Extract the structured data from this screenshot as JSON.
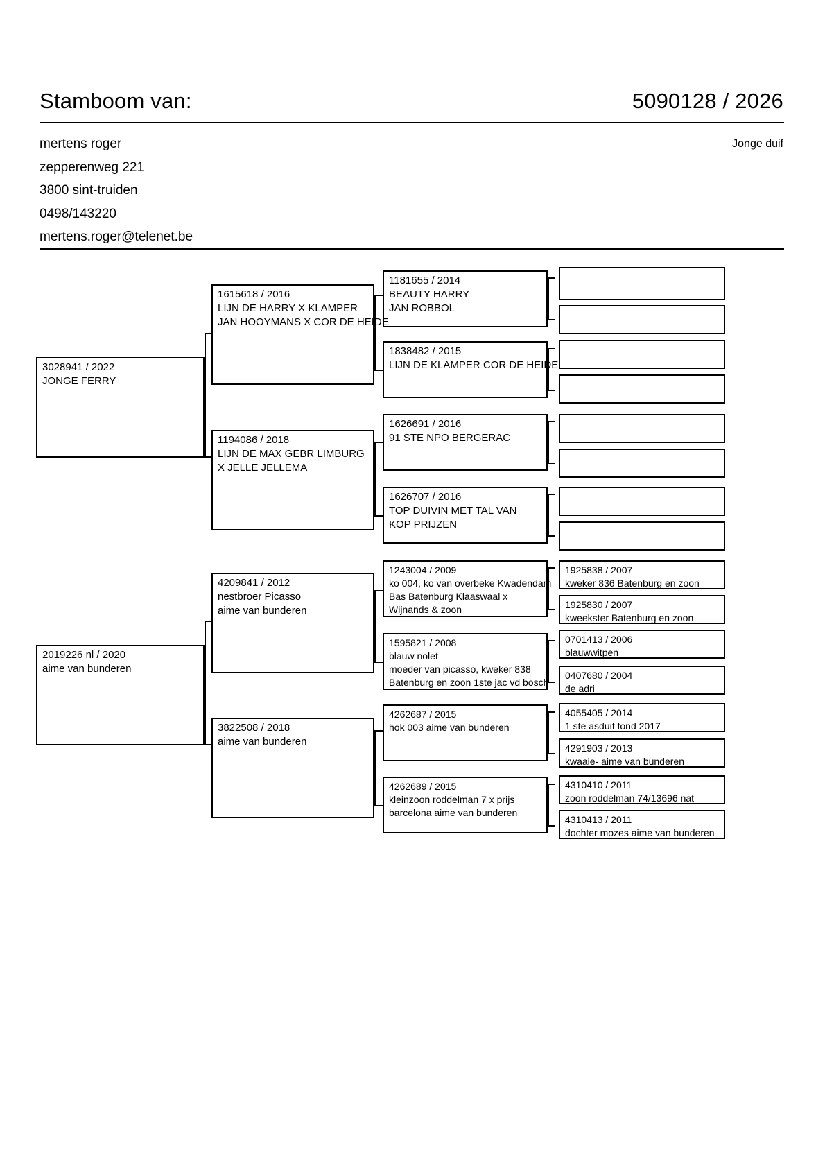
{
  "header": {
    "title": "Stamboom van:",
    "ring": "5090128 / 2026",
    "age_label": "Jonge duif",
    "owner": {
      "name": "mertens roger",
      "street": "zepperenweg  221",
      "city": "3800  sint-truiden",
      "phone": "0498/143220",
      "email": "mertens.roger@telenet.be"
    }
  },
  "pedigree": {
    "gen1": [
      {
        "ring": "3028941 / 2022",
        "lines": [
          "JONGE FERRY"
        ]
      },
      {
        "ring": "2019226 nl / 2020",
        "lines": [
          "aime van bunderen"
        ]
      }
    ],
    "gen2": [
      {
        "ring": "1615618 / 2016",
        "lines": [
          "LIJN DE HARRY  X KLAMPER",
          "JAN HOOYMANS X COR DE HEIDE"
        ]
      },
      {
        "ring": "1194086 / 2018",
        "lines": [
          "LIJN DE MAX GEBR LIMBURG",
          "X JELLE JELLEMA"
        ]
      },
      {
        "ring": "4209841 / 2012",
        "lines": [
          "nestbroer Picasso",
          "aime van bunderen"
        ]
      },
      {
        "ring": "3822508 / 2018",
        "lines": [
          "aime van bunderen"
        ]
      }
    ],
    "gen3": [
      {
        "ring": "1181655 / 2014",
        "lines": [
          "BEAUTY HARRY",
          "JAN ROBBOL"
        ]
      },
      {
        "ring": "1838482 / 2015",
        "lines": [
          "LIJN DE KLAMPER COR DE HEIDE"
        ]
      },
      {
        "ring": "1626691 / 2016",
        "lines": [
          "91 STE NPO BERGERAC"
        ]
      },
      {
        "ring": "1626707 / 2016",
        "lines": [
          "TOP DUIVIN MET TAL VAN",
          "KOP PRIJZEN"
        ]
      },
      {
        "ring": "1243004 / 2009",
        "lines": [
          "ko 004, ko van overbeke Kwadendam",
          "Bas Batenburg Klaaswaal x",
          "Wijnands & zoon"
        ]
      },
      {
        "ring": "1595821 / 2008",
        "lines": [
          "blauw nolet",
          "moeder van picasso, kweker 838",
          "Batenburg en zoon 1ste jac vd bosch"
        ]
      },
      {
        "ring": "4262687 / 2015",
        "lines": [
          "hok 003 aime van bunderen"
        ]
      },
      {
        "ring": "4262689 / 2015",
        "lines": [
          "kleinzoon roddelman 7 x prijs",
          "barcelona aime van bunderen"
        ]
      }
    ],
    "gen4": [
      {
        "ring": "",
        "lines": []
      },
      {
        "ring": "",
        "lines": []
      },
      {
        "ring": "",
        "lines": []
      },
      {
        "ring": "",
        "lines": []
      },
      {
        "ring": "",
        "lines": []
      },
      {
        "ring": "",
        "lines": []
      },
      {
        "ring": "",
        "lines": []
      },
      {
        "ring": "",
        "lines": []
      },
      {
        "ring": "1925838 / 2007",
        "lines": [
          "kweker 836 Batenburg en zoon"
        ]
      },
      {
        "ring": "1925830 / 2007",
        "lines": [
          "kweekster Batenburg en zoon"
        ]
      },
      {
        "ring": "0701413 / 2006",
        "lines": [
          "blauwwitpen"
        ]
      },
      {
        "ring": "0407680 / 2004",
        "lines": [
          "de adri"
        ]
      },
      {
        "ring": "4055405 / 2014",
        "lines": [
          "1 ste asduif fond 2017"
        ]
      },
      {
        "ring": "4291903 / 2013",
        "lines": [
          "kwaaie-   aime van bunderen"
        ]
      },
      {
        "ring": "4310410 / 2011",
        "lines": [
          "zoon roddelman 74/13696 nat"
        ]
      },
      {
        "ring": "4310413 / 2011",
        "lines": [
          "dochter mozes aime van bunderen"
        ]
      }
    ]
  }
}
